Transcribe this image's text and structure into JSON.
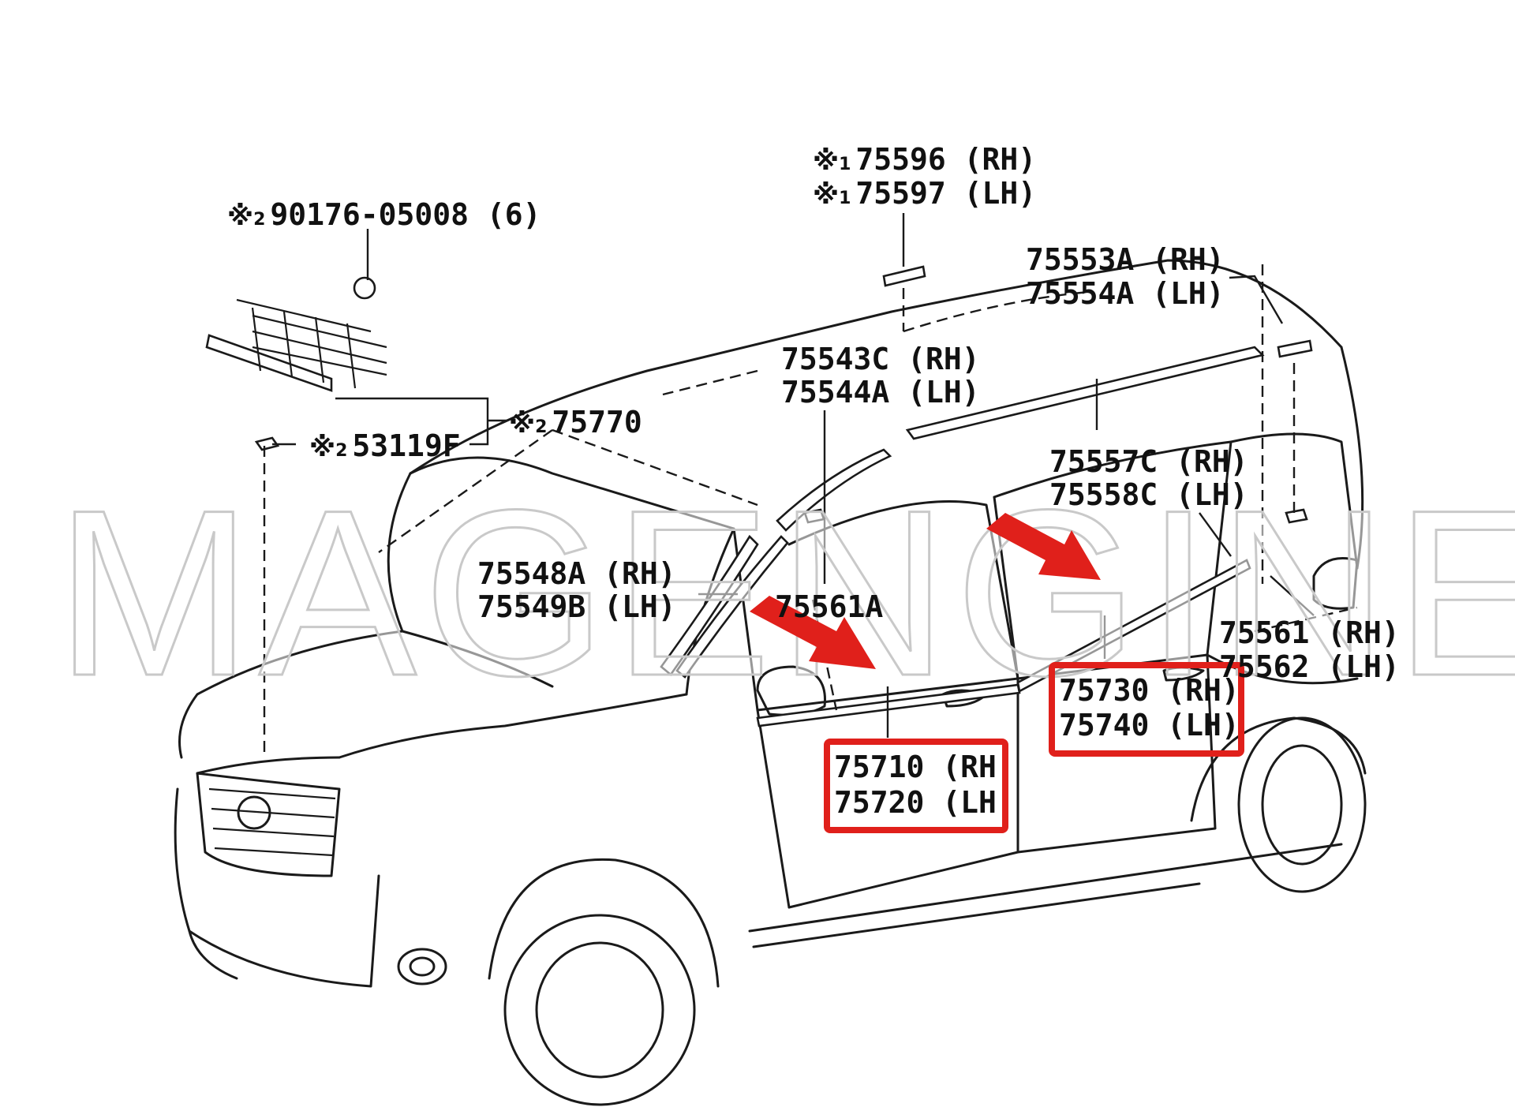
{
  "labels": {
    "l90176": {
      "prefix": "※",
      "sub": "2",
      "code": "90176-05008 (6)"
    },
    "l75596": {
      "prefix": "※",
      "sub": "1",
      "code": "75596 (RH)"
    },
    "l75597": {
      "prefix": "※",
      "sub": "1",
      "code": "75597 (LH)"
    },
    "l75553": "75553A (RH)",
    "l75554": "75554A (LH)",
    "l75543": "75543C (RH)",
    "l75544": "75544A (LH)",
    "l75770": {
      "prefix": "※",
      "sub": "2",
      "code": "75770"
    },
    "l53119": {
      "prefix": "※",
      "sub": "2",
      "code": "53119F"
    },
    "l75557": "75557C (RH)",
    "l75558": "75558C (LH)",
    "l75548": "75548A (RH)",
    "l75549": "75549B (LH)",
    "l75561a": "75561A",
    "l75561": "75561 (RH)",
    "l75562": "75562 (LH)",
    "l75730": "75730 (RH)",
    "l75740": "75740 (LH)",
    "l75710": "75710 (RH",
    "l75720": "75720 (LH"
  },
  "watermark": "MAGENGINES",
  "colors": {
    "highlight_box": "#e0201b",
    "arrow": "#e0201b",
    "line": "#1a1a1a",
    "watermark_outline": "#c9c9c9"
  }
}
